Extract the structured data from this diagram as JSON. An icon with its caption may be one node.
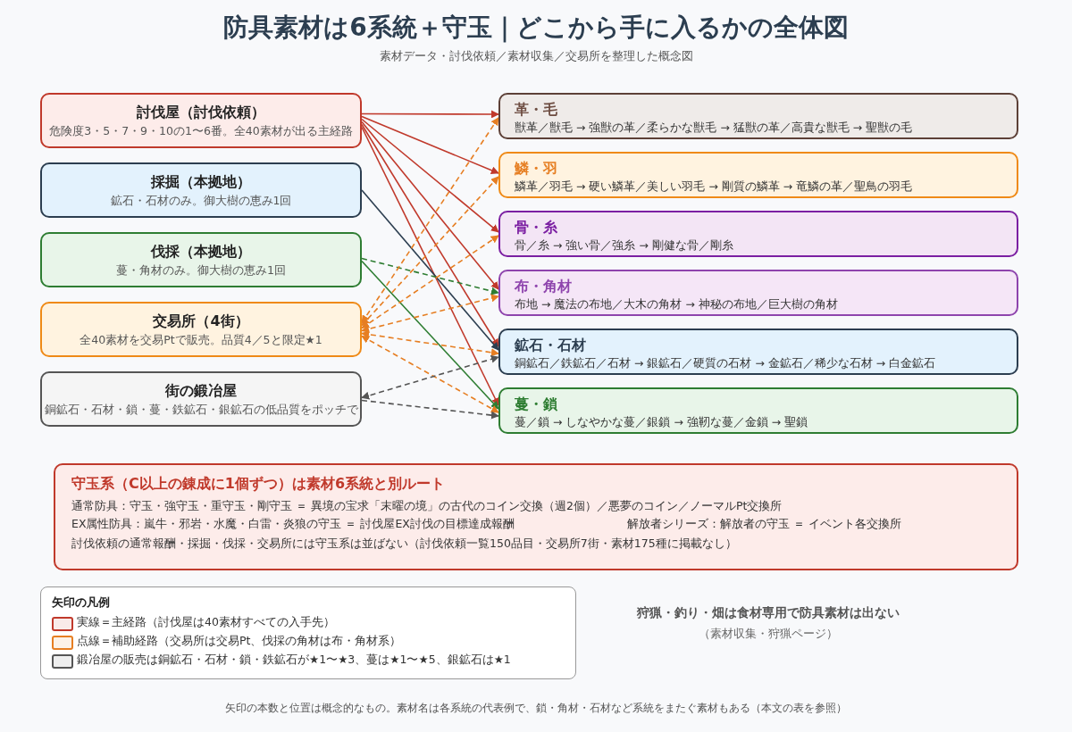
{
  "diagram": {
    "title": "防具素材は6系統＋守玉｜どこから手に入るかの全体図",
    "caption": "矢印の本数と位置は概念的なもの。素材名は各系統の代表例で、鎖・角材・石材など系統をまたぐ素材もある（本文の表を参照）",
    "nodes": [
      {
        "text": [
          "討伐屋（討伐依頼）",
          "危険度3・5・7・9・10の1〜6番。全40素材が出る主経路"
        ]
      },
      {
        "text": [
          "採掘（本拠地）",
          "鉱石・石材のみ。御大樹の恵み1回"
        ]
      },
      {
        "text": [
          "伐採（本拠地）",
          "蔓・角材のみ。御大樹の恵み1回"
        ]
      },
      {
        "text": [
          "交易所（4街）",
          "全40素材を交易Ptで販売。品質4／5と限定★1"
        ]
      },
      {
        "text": [
          "街の鍛冶屋",
          "銅鉱石・石材・鎖・蔓・鉄鉱石・銀鉱石の低品質をポッチで"
        ]
      },
      {
        "text": [
          "革・毛",
          "獣革／獣毛 → 強獣の革／柔らかな獣毛 → 猛獣の革／高貴な獣毛 → 聖獣の毛"
        ]
      },
      {
        "text": [
          "鱗・羽",
          "鱗革／羽毛 → 硬い鱗革／美しい羽毛 → 剛質の鱗革 → 竜鱗の革／聖鳥の羽毛"
        ]
      },
      {
        "text": [
          "骨・糸",
          "骨／糸 → 強い骨／強糸 → 剛健な骨／剛糸"
        ]
      },
      {
        "text": [
          "布・角材",
          "布地 → 魔法の布地／大木の角材 → 神秘の布地／巨大樹の角材"
        ]
      },
      {
        "text": [
          "鉱石・石材",
          "銅鉱石／鉄鉱石／石材 → 銀鉱石／硬質の石材 → 金鉱石／稀少な石材 → 白金鉱石"
        ]
      },
      {
        "text": [
          "蔓・鎖",
          "蔓／鎖 → しなやかな蔓／銀鎖 → 強靭な蔓／金鎖 → 聖鎖"
        ]
      },
      {
        "text": [
          "守玉系（C以上の錬成に1個ずつ）は素材6系統と別ルート",
          "通常防具：守玉・強守玉・重守玉・剛守玉 ＝ 異境の宝求「末曜の境」の古代のコイン交換（週2個）／悪夢のコイン／ノーマルPt交換所",
          "EX属性防具：嵐牛・邪岩・水魔・白雷・炎狼の守玉 ＝ 討伐屋EX討伐の目標達成報酬",
          "解放者シリーズ：解放者の守玉 ＝ イベント各交換所",
          "討伐依頼の通常報酬・採掘・伐採・交易所には守玉系は並ばない（討伐依頼一覧150品目・交易所7街・素材175種に掲載なし）"
        ]
      }
    ],
    "edges": [
      {
        "from": 0,
        "to": 5,
        "arrow": "to",
        "color": "#c0392b"
      },
      {
        "from": 0,
        "to": 6,
        "arrow": "to",
        "color": "#c0392b"
      },
      {
        "from": 0,
        "to": 7,
        "arrow": "to",
        "color": "#c0392b"
      },
      {
        "from": 0,
        "to": 8,
        "arrow": "to",
        "color": "#c0392b"
      },
      {
        "from": 0,
        "to": 9,
        "arrow": "to",
        "color": "#c0392b"
      },
      {
        "from": 0,
        "to": 10,
        "arrow": "to",
        "color": "#c0392b"
      },
      {
        "from": 1,
        "to": 9,
        "arrow": "to",
        "color": "#2c3e50"
      },
      {
        "from": 2,
        "to": 8,
        "arrow": "to",
        "style": "dashed",
        "color": "#2e7d32"
      },
      {
        "from": 2,
        "to": 10,
        "arrow": "to",
        "color": "#2e7d32"
      },
      {
        "from": 3,
        "to": 5,
        "arrow": "both",
        "style": "dashed",
        "color": "#e67e22"
      },
      {
        "from": 3,
        "to": 6,
        "arrow": "both",
        "style": "dashed",
        "color": "#e67e22"
      },
      {
        "from": 3,
        "to": 7,
        "arrow": "both",
        "style": "dashed",
        "color": "#e67e22"
      },
      {
        "from": 3,
        "to": 8,
        "arrow": "both",
        "style": "dashed",
        "color": "#e67e22"
      },
      {
        "from": 3,
        "to": 9,
        "arrow": "both",
        "style": "dashed",
        "color": "#e67e22"
      },
      {
        "from": 3,
        "to": 10,
        "arrow": "both",
        "style": "dashed",
        "color": "#e67e22"
      },
      {
        "from": 4,
        "to": 9,
        "arrow": "both",
        "style": "dashed",
        "color": "#555555"
      },
      {
        "from": 4,
        "to": 10,
        "arrow": "to",
        "style": "dashed",
        "color": "#555555"
      }
    ],
    "labels": [
      "素材データ・討伐依頼／素材収集／交易所を整理した概念図",
      "矢印の凡例",
      "狩猟・釣り・畑は食材専用で防具素材は出ない",
      "（素材収集・狩猟ページ）"
    ],
    "legend": [
      {
        "text": "実線＝主経路（討伐屋は40素材すべての入手先）",
        "color": "#c0392b"
      },
      {
        "text": "点線＝補助経路（交易所は交易Pt、伐採の角材は布・角材系）",
        "color": "#e67e22"
      },
      {
        "text": "鍛冶屋の販売は銅鉱石・石材・鎖・鉄鉱石が★1〜★3、蔓は★1〜★5、銀鉱石は★1",
        "color": "#555555"
      }
    ]
  }
}
